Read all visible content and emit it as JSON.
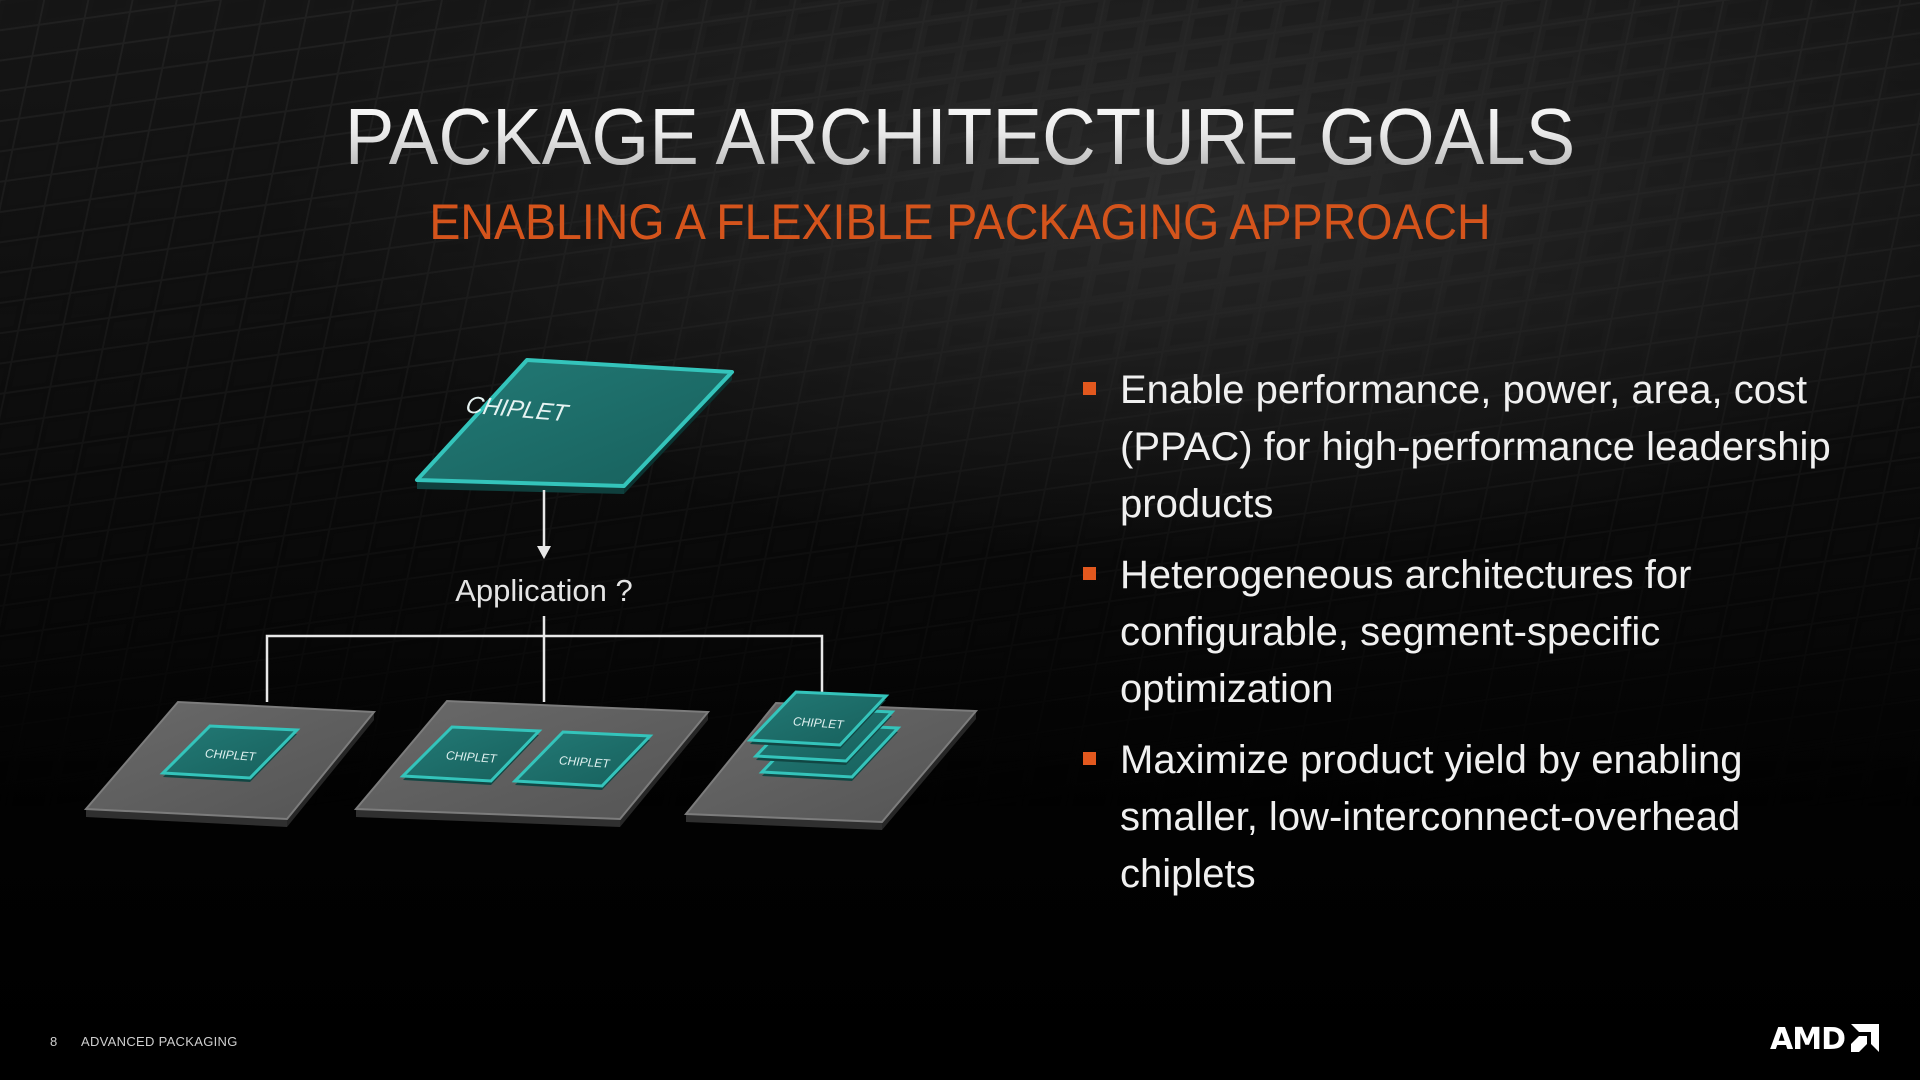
{
  "slide": {
    "title": "PACKAGE ARCHITECTURE GOALS",
    "subtitle": "ENABLING A FLEXIBLE PACKAGING APPROACH"
  },
  "diagram": {
    "top_chiplet_label": "CHIPLET",
    "application_label": "Application ?",
    "packages": [
      {
        "chiplet_labels": [
          "CHIPLET"
        ]
      },
      {
        "chiplet_labels": [
          "CHIPLET",
          "CHIPLET"
        ]
      },
      {
        "chiplet_labels": [
          "CHIPLET"
        ],
        "stacked": true
      }
    ]
  },
  "bullets": [
    "Enable performance, power, area, cost (PPAC) for high-performance leadership products",
    "Heterogeneous architectures for configurable, segment-specific optimization",
    "Maximize product yield by enabling smaller, low-interconnect-overhead chiplets"
  ],
  "footer": {
    "page_number": "8",
    "section": "ADVANCED PACKAGING",
    "logo_text": "AMD"
  },
  "colors": {
    "accent_orange": "#d4541c",
    "chiplet_teal": "#1d6e6b",
    "chiplet_edge": "#2ab9b0",
    "substrate_gray": "#5e5e5e"
  }
}
